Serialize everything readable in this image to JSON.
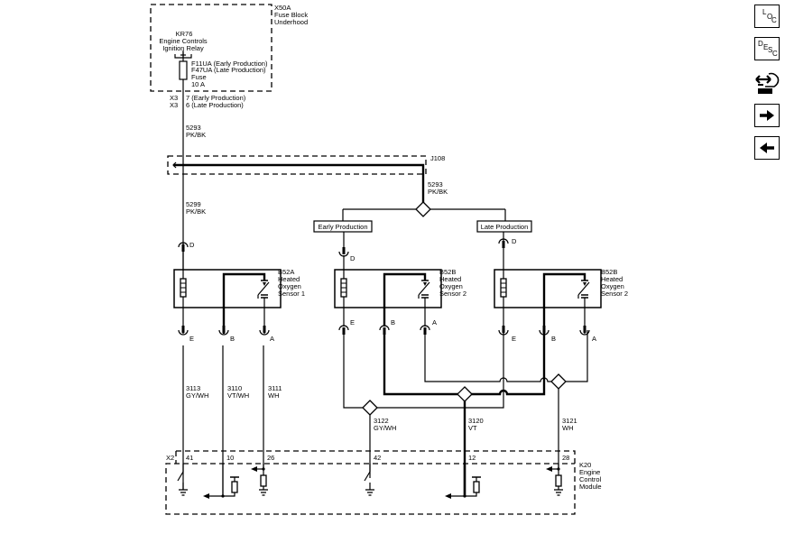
{
  "fuse_block": {
    "id": "X50A",
    "name_line1": "Fuse Block",
    "name_line2": "Underhood"
  },
  "relay": {
    "id": "KR76",
    "name_line1": "Engine Controls",
    "name_line2": "Ignition Relay"
  },
  "fuse": {
    "line1": "F11UA (Early Production)",
    "line2": "F47UA (Late Production)",
    "line3": "Fuse",
    "line4": "10 A"
  },
  "fuse_connector": {
    "line1_conn": "X3",
    "line1_pin": "7 (Early Production)",
    "line2_conn": "X3",
    "line2_pin": "6 (Late Production)"
  },
  "wires": {
    "w1": {
      "circuit": "5293",
      "color": "PK/BK"
    },
    "w2": {
      "circuit": "5293",
      "color": "PK/BK"
    },
    "w3": {
      "circuit": "5299",
      "color": "PK/BK"
    },
    "w3113": {
      "circuit": "3113",
      "color": "GY/WH"
    },
    "w3110": {
      "circuit": "3110",
      "color": "VT/WH"
    },
    "w3111": {
      "circuit": "3111",
      "color": "WH"
    },
    "w3122": {
      "circuit": "3122",
      "color": "GY/WH"
    },
    "w3120": {
      "circuit": "3120",
      "color": "VT"
    },
    "w3121": {
      "circuit": "3121",
      "color": "WH"
    }
  },
  "splice": {
    "id": "J108"
  },
  "production_tags": {
    "early": "Early Production",
    "late": "Late Production"
  },
  "sensors": [
    {
      "id": "B52A",
      "line1": "Heated",
      "line2": "Oxygen",
      "line3": "Sensor 1",
      "pins": {
        "top": "D",
        "e": "E",
        "b": "B",
        "a": "A"
      }
    },
    {
      "id": "B52B",
      "line1": "Heated",
      "line2": "Oxygen",
      "line3": "Sensor 2",
      "pins": {
        "top": "D",
        "e": "E",
        "b": "B",
        "a": "A"
      }
    },
    {
      "id": "B52B",
      "line1": "Heated",
      "line2": "Oxygen",
      "line3": "Sensor 2",
      "pins": {
        "top": "D",
        "e": "E",
        "b": "B",
        "a": "A"
      }
    }
  ],
  "ecm": {
    "connector": "X2",
    "pins": [
      "41",
      "10",
      "26",
      "42",
      "12",
      "28"
    ],
    "id": "K20",
    "line1": "Engine",
    "line2": "Control",
    "line3": "Module"
  },
  "nav_buttons": {
    "loc": {
      "l": "L",
      "o": "O",
      "c": "C"
    },
    "desc": {
      "d": "D",
      "e": "E",
      "s": "S",
      "c": "C"
    }
  }
}
